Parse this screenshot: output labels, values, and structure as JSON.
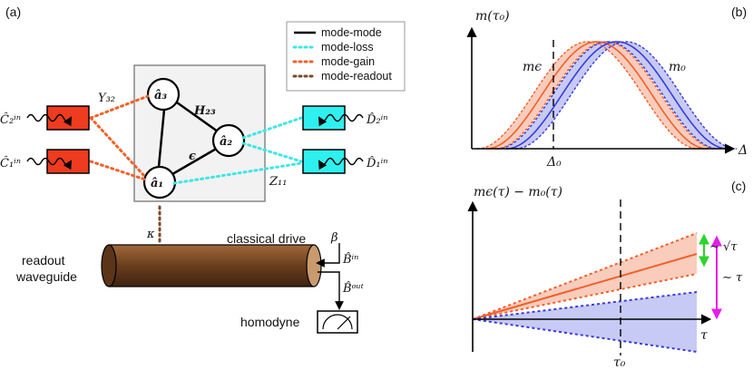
{
  "panels": {
    "a": "(a)",
    "b": "(b)",
    "c": "(c)"
  },
  "legend": {
    "items": [
      {
        "label": "mode-mode",
        "color": "#000000",
        "style": "solid"
      },
      {
        "label": "mode-loss",
        "color": "#3ee6e6",
        "style": "dotted"
      },
      {
        "label": "mode-gain",
        "color": "#f0622a",
        "style": "dotted"
      },
      {
        "label": "mode-readout",
        "color": "#7a4a2a",
        "style": "dotted"
      }
    ]
  },
  "modes": {
    "a1": "â₁",
    "a2": "â₂",
    "a3": "â₃"
  },
  "couplings": {
    "h23": "H₂₃",
    "eps": "ϵ",
    "y32": "Y₃₂",
    "z11": "Z₁₁",
    "kappa": "κ"
  },
  "ports": {
    "c2": "Ĉ₂ⁱⁿ",
    "c1": "Ĉ₁ⁱⁿ",
    "d2": "D̂₂ⁱⁿ",
    "d1": "D̂₁ⁱⁿ"
  },
  "readout": {
    "waveguide_line1": "readout",
    "waveguide_line2": "waveguide",
    "classical_drive": "classical drive",
    "beta": "β",
    "b_in": "B̂ⁱⁿ",
    "b_out": "B̂ᵒᵘᵗ",
    "homodyne": "homodyne"
  },
  "plot_b": {
    "ylabel": "m(τ₀)",
    "xlabel": "Δ",
    "tick": "Δ₀",
    "label_eps": "mϵ",
    "label_0": "m₀"
  },
  "plot_c": {
    "ylabel": "mϵ(τ) − m₀(τ)",
    "xlabel": "τ",
    "tick": "τ₀",
    "sqrt_label": "∼ √τ",
    "tau_label": "∼ τ"
  },
  "colors": {
    "gain": "#f0622a",
    "loss": "#3ee6e6",
    "readout": "#7a4a2a",
    "c_box": "#ef3b1f",
    "d_box": "#2ff0f0",
    "blue": "#3b3bd8",
    "blue_fill": "#b4b8f0",
    "orange": "#f0602a",
    "orange_fill": "#f8c3b0",
    "green": "#2bd42b",
    "magenta": "#e61ee6",
    "waveguide": "#6a3e1e"
  },
  "chart_data": [
    {
      "type": "line",
      "title": "",
      "xlabel": "Δ",
      "ylabel": "m(τ₀)",
      "series": [
        {
          "name": "mϵ"
        },
        {
          "name": "m₀"
        }
      ]
    },
    {
      "type": "line",
      "title": "",
      "xlabel": "τ",
      "ylabel": "mϵ(τ) − m₀(τ)",
      "annotations": [
        "∼ √τ",
        "∼ τ"
      ]
    }
  ]
}
